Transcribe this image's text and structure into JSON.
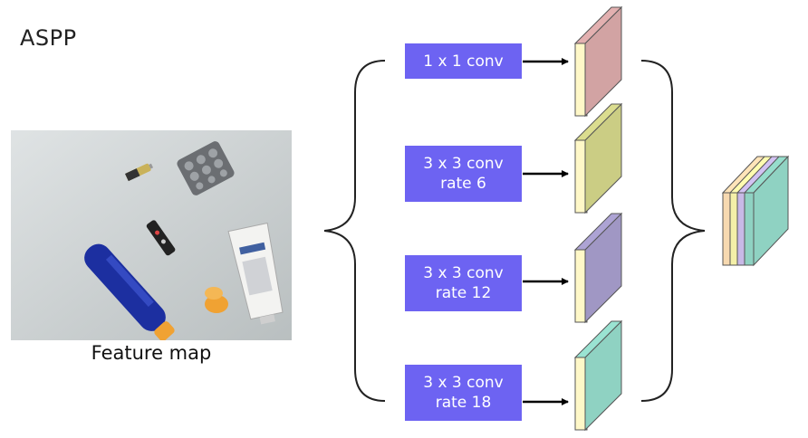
{
  "title": "ASPP",
  "feature_map": {
    "caption": "Feature map"
  },
  "branches": [
    {
      "line1": "1 x 1 conv",
      "line2": "",
      "color": "#d2a3a3"
    },
    {
      "line1": "3 x 3 conv",
      "line2": "rate 6",
      "color": "#cbcd84"
    },
    {
      "line1": "3 x 3 conv",
      "line2": "rate 12",
      "color": "#a097c4"
    },
    {
      "line1": "3 x 3 conv",
      "line2": "rate 18",
      "color": "#8fd2c2"
    }
  ],
  "output_stack": {
    "colors": [
      "#f7d9b0",
      "#f4f0a8",
      "#c8b9e6",
      "#8fd2c2"
    ]
  },
  "colors": {
    "conv_box": "#6d63f2",
    "block_highlight": "#fff8c8"
  }
}
